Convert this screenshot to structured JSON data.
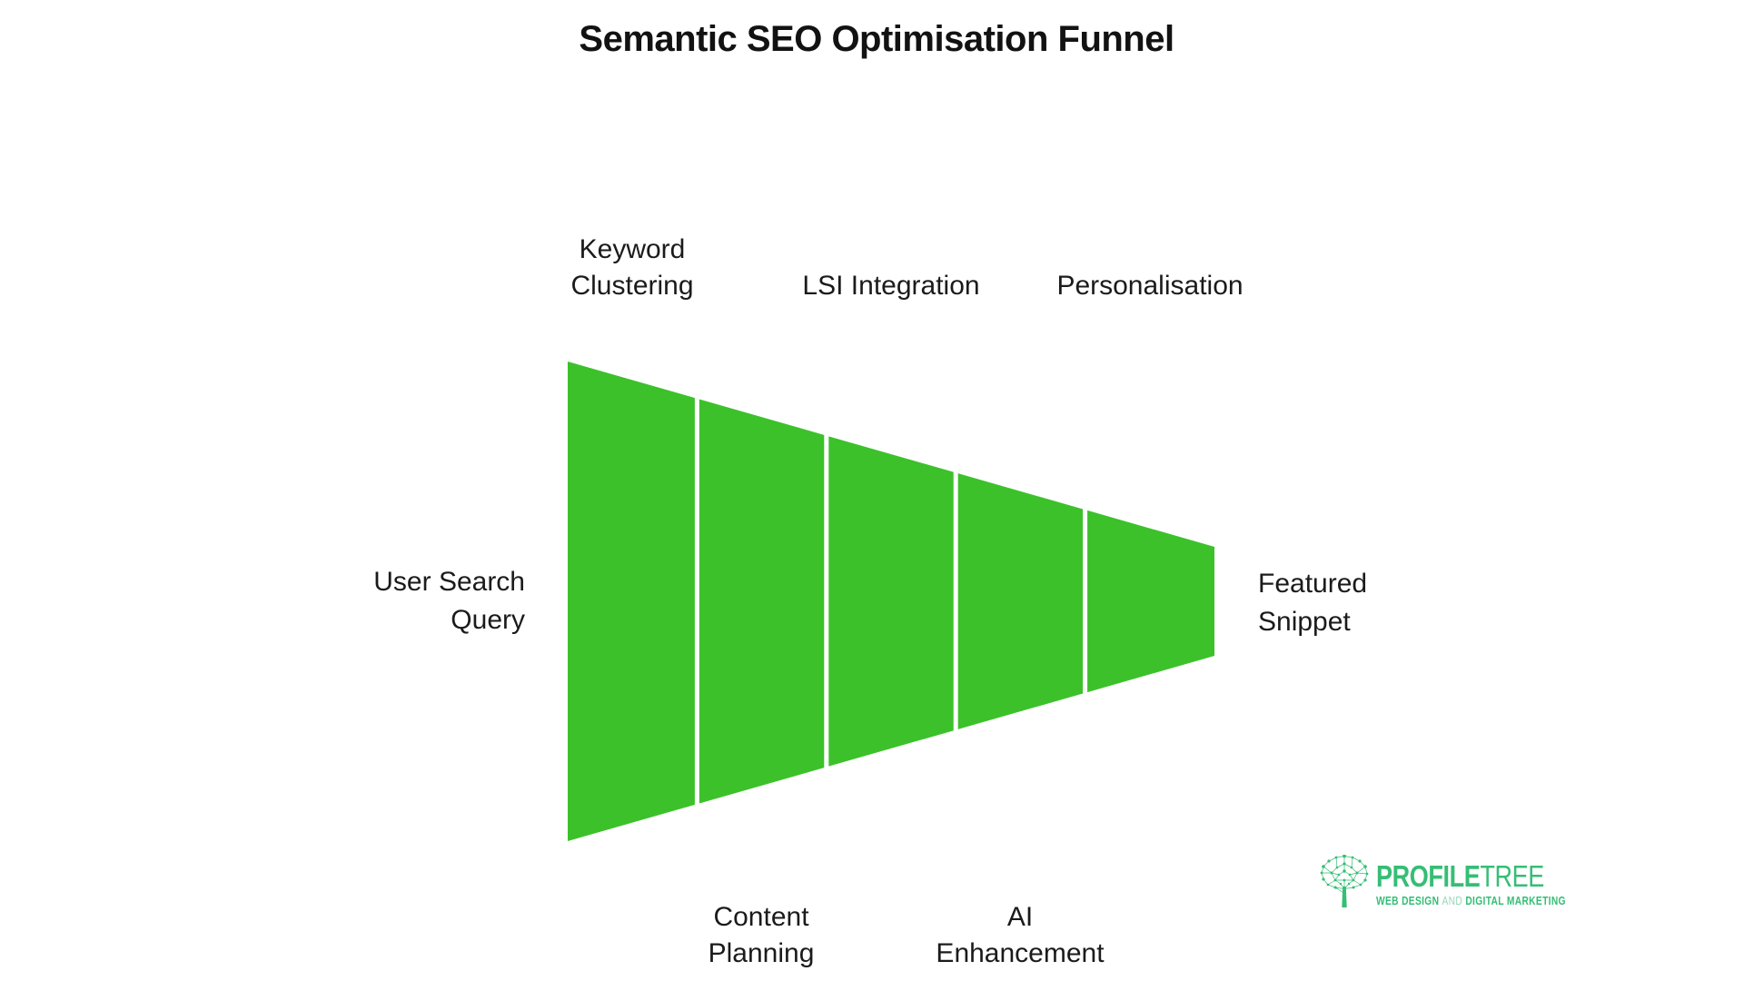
{
  "title": "Semantic SEO Optimisation Funnel",
  "chart_data": {
    "type": "funnel",
    "orientation": "horizontal-left-to-right",
    "title": "Semantic SEO Optimisation Funnel",
    "segment_count": 5,
    "source_label": {
      "text": "User Search Query",
      "lines": [
        "User Search",
        "Query"
      ]
    },
    "result_label": {
      "text": "Featured Snippet",
      "lines": [
        "Featured",
        "Snippet"
      ]
    },
    "stages": [
      {
        "label": "Keyword Clustering",
        "lines": [
          "Keyword",
          "Clustering"
        ],
        "label_position": "above"
      },
      {
        "label": "Content Planning",
        "lines": [
          "Content",
          "Planning"
        ],
        "label_position": "below"
      },
      {
        "label": "LSI Integration",
        "lines": [
          "LSI Integration"
        ],
        "label_position": "above"
      },
      {
        "label": "AI Enhancement",
        "lines": [
          "AI",
          "Enhancement"
        ],
        "label_position": "below"
      },
      {
        "label": "Personalisation",
        "lines": [
          "Personalisation"
        ],
        "label_position": "above"
      }
    ],
    "colors": {
      "segment_fill": "#3CC12B",
      "segment_divider": "#FFFFFF",
      "background": "#FFFFFF",
      "label_text": "#1B1B1B"
    }
  },
  "logo": {
    "brand_bold": "PROFILE",
    "brand_light": "TREE",
    "tagline_part1": "WEB DESIGN",
    "tagline_and": "AND",
    "tagline_part2": "DIGITAL MARKETING",
    "colors": {
      "green": "#35BE75",
      "light_green": "#96D7B8"
    }
  }
}
